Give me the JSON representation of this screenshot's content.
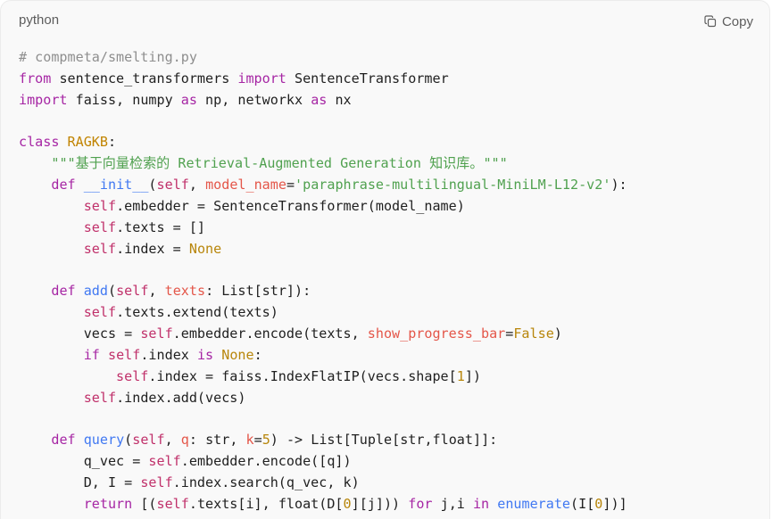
{
  "header": {
    "language": "python",
    "copy_label": "Copy",
    "copy_icon": "copy-icon"
  },
  "colors": {
    "comment": "#8e8e8e",
    "keyword": "#a626a4",
    "self": "#c0306a",
    "constant": "#b8860b",
    "string": "#50a14f",
    "function": "#4078f2",
    "parameter": "#e45649",
    "plain": "#1f1f1f"
  },
  "code": {
    "lines": [
      [
        [
          "comment",
          "# compmeta/smelting.py"
        ]
      ],
      [
        [
          "keyword",
          "from"
        ],
        [
          "plain",
          " sentence_transformers "
        ],
        [
          "keyword",
          "import"
        ],
        [
          "plain",
          " SentenceTransformer"
        ]
      ],
      [
        [
          "keyword",
          "import"
        ],
        [
          "plain",
          " faiss, numpy "
        ],
        [
          "keyword",
          "as"
        ],
        [
          "plain",
          " np, networkx "
        ],
        [
          "keyword",
          "as"
        ],
        [
          "plain",
          " nx"
        ]
      ],
      [],
      [
        [
          "keyword",
          "class"
        ],
        [
          "plain",
          " "
        ],
        [
          "class",
          "RAGKB"
        ],
        [
          "plain",
          ":"
        ]
      ],
      [
        [
          "plain",
          "    "
        ],
        [
          "string",
          "\"\"\"基于向量检索的 Retrieval-Augmented Generation 知识库。\"\"\""
        ]
      ],
      [
        [
          "plain",
          "    "
        ],
        [
          "keyword",
          "def"
        ],
        [
          "plain",
          " "
        ],
        [
          "func",
          "__init__"
        ],
        [
          "plain",
          "("
        ],
        [
          "self",
          "self"
        ],
        [
          "plain",
          ", "
        ],
        [
          "param",
          "model_name"
        ],
        [
          "plain",
          "="
        ],
        [
          "string",
          "'paraphrase-multilingual-MiniLM-L12-v2'"
        ],
        [
          "plain",
          "):"
        ]
      ],
      [
        [
          "plain",
          "        "
        ],
        [
          "self",
          "self"
        ],
        [
          "plain",
          ".embedder = SentenceTransformer(model_name)"
        ]
      ],
      [
        [
          "plain",
          "        "
        ],
        [
          "self",
          "self"
        ],
        [
          "plain",
          ".texts = []"
        ]
      ],
      [
        [
          "plain",
          "        "
        ],
        [
          "self",
          "self"
        ],
        [
          "plain",
          ".index = "
        ],
        [
          "const",
          "None"
        ]
      ],
      [],
      [
        [
          "plain",
          "    "
        ],
        [
          "keyword",
          "def"
        ],
        [
          "plain",
          " "
        ],
        [
          "func",
          "add"
        ],
        [
          "plain",
          "("
        ],
        [
          "self",
          "self"
        ],
        [
          "plain",
          ", "
        ],
        [
          "param",
          "texts"
        ],
        [
          "plain",
          ": List[str]):"
        ]
      ],
      [
        [
          "plain",
          "        "
        ],
        [
          "self",
          "self"
        ],
        [
          "plain",
          ".texts.extend(texts)"
        ]
      ],
      [
        [
          "plain",
          "        vecs = "
        ],
        [
          "self",
          "self"
        ],
        [
          "plain",
          ".embedder.encode(texts, "
        ],
        [
          "param",
          "show_progress_bar"
        ],
        [
          "plain",
          "="
        ],
        [
          "const",
          "False"
        ],
        [
          "plain",
          ")"
        ]
      ],
      [
        [
          "plain",
          "        "
        ],
        [
          "keyword",
          "if"
        ],
        [
          "plain",
          " "
        ],
        [
          "self",
          "self"
        ],
        [
          "plain",
          ".index "
        ],
        [
          "keyword",
          "is"
        ],
        [
          "plain",
          " "
        ],
        [
          "const",
          "None"
        ],
        [
          "plain",
          ":"
        ]
      ],
      [
        [
          "plain",
          "            "
        ],
        [
          "self",
          "self"
        ],
        [
          "plain",
          ".index = faiss.IndexFlatIP(vecs.shape["
        ],
        [
          "number",
          "1"
        ],
        [
          "plain",
          "])"
        ]
      ],
      [
        [
          "plain",
          "        "
        ],
        [
          "self",
          "self"
        ],
        [
          "plain",
          ".index.add(vecs)"
        ]
      ],
      [],
      [
        [
          "plain",
          "    "
        ],
        [
          "keyword",
          "def"
        ],
        [
          "plain",
          " "
        ],
        [
          "func",
          "query"
        ],
        [
          "plain",
          "("
        ],
        [
          "self",
          "self"
        ],
        [
          "plain",
          ", "
        ],
        [
          "param",
          "q"
        ],
        [
          "plain",
          ": str, "
        ],
        [
          "param",
          "k"
        ],
        [
          "plain",
          "="
        ],
        [
          "number",
          "5"
        ],
        [
          "plain",
          ") -> List[Tuple[str,float]]:"
        ]
      ],
      [
        [
          "plain",
          "        q_vec = "
        ],
        [
          "self",
          "self"
        ],
        [
          "plain",
          ".embedder.encode([q])"
        ]
      ],
      [
        [
          "plain",
          "        D, I = "
        ],
        [
          "self",
          "self"
        ],
        [
          "plain",
          ".index.search(q_vec, k)"
        ]
      ],
      [
        [
          "plain",
          "        "
        ],
        [
          "keyword",
          "return"
        ],
        [
          "plain",
          " [("
        ],
        [
          "self",
          "self"
        ],
        [
          "plain",
          ".texts[i], float(D["
        ],
        [
          "number",
          "0"
        ],
        [
          "plain",
          "][j])) "
        ],
        [
          "keyword",
          "for"
        ],
        [
          "plain",
          " j,i "
        ],
        [
          "keyword",
          "in"
        ],
        [
          "plain",
          " "
        ],
        [
          "func",
          "enumerate"
        ],
        [
          "plain",
          "(I["
        ],
        [
          "number",
          "0"
        ],
        [
          "plain",
          "])]"
        ]
      ]
    ]
  }
}
